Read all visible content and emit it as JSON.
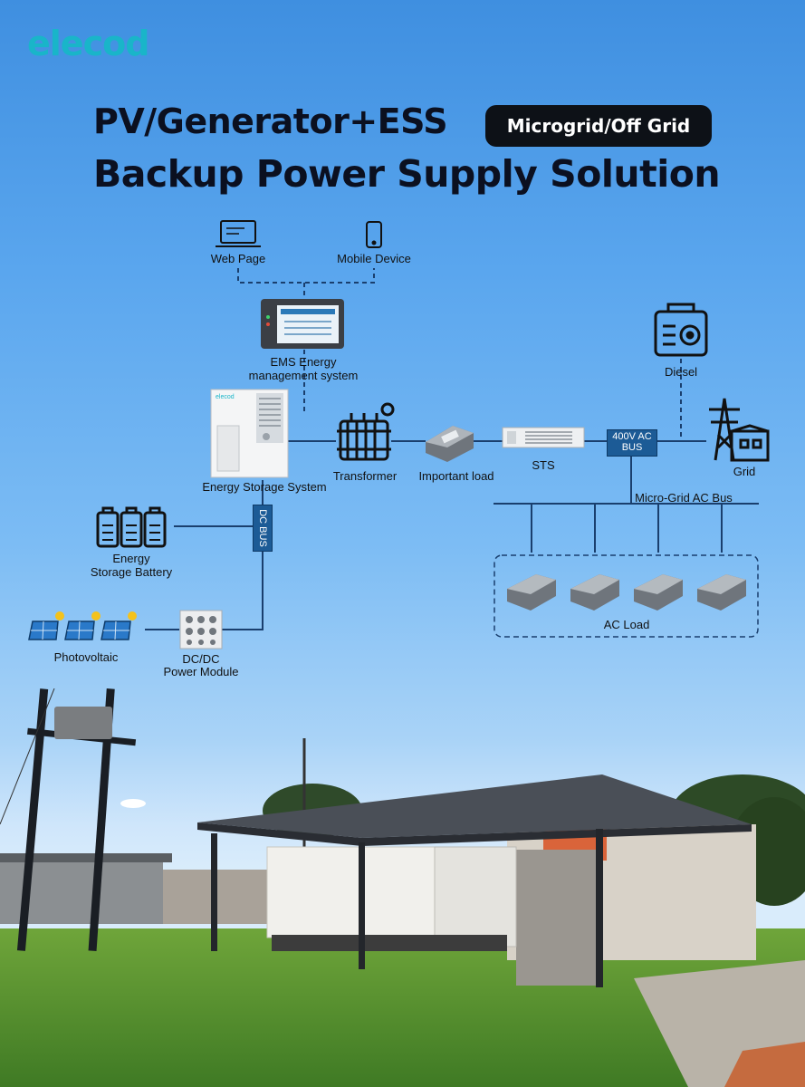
{
  "brand": {
    "logo": "elecod"
  },
  "header": {
    "title_line1": "PV/Generator+ESS",
    "title_line2": "Backup Power Supply Solution",
    "badge": "Microgrid/Off Grid"
  },
  "nodes": {
    "web_page": "Web Page",
    "mobile_device": "Mobile Device",
    "ems_line1": "EMS Energy",
    "ems_line2": "management system",
    "ess": "Energy Storage System",
    "transformer": "Transformer",
    "important_load": "Important load",
    "sts": "STS",
    "bus_400_line1": "400V AC",
    "bus_400_line2": "BUS",
    "diesel": "Diesel",
    "grid": "Grid",
    "microgrid_bus": "Micro-Grid AC Bus",
    "dc_bus": "DC BUS",
    "battery_line1": "Energy",
    "battery_line2": "Storage Battery",
    "ac_load": "AC Load",
    "photovoltaic": "Photovoltaic",
    "dcdc_line1": "DC/DC",
    "dcdc_line2": "Power Module"
  },
  "colors": {
    "accent": "#19b5c9",
    "bus": "#1c5b96",
    "line": "#1a3f6e"
  }
}
